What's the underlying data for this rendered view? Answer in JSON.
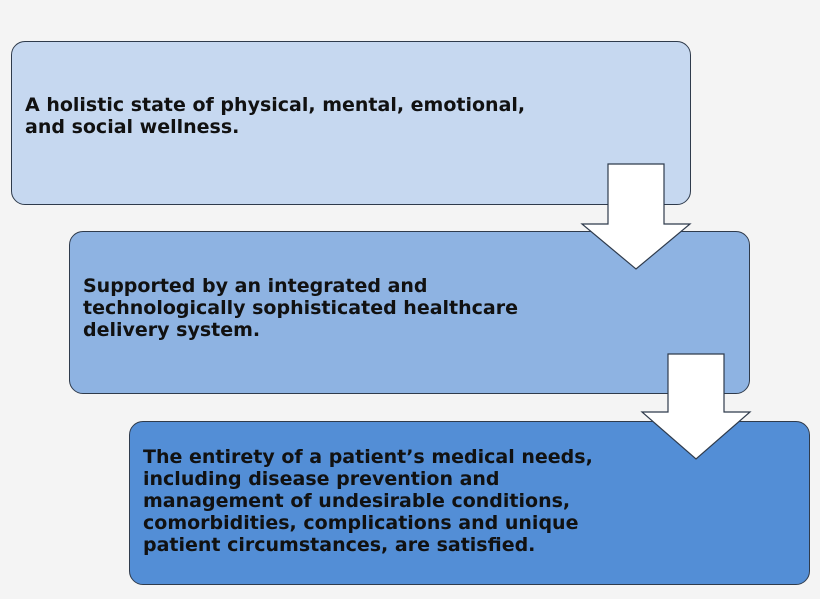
{
  "colors": {
    "step1_fill": "#c6d8f0",
    "step2_fill": "#8eb3e2",
    "step3_fill": "#538ed6",
    "arrow_fill": "#ffffff",
    "outline": "#2f3b4c",
    "background": "#f4f4f4"
  },
  "steps": [
    {
      "text": "A holistic state of physical, mental, emotional,\nand social wellness."
    },
    {
      "text": "Supported by an integrated and\ntechnologically sophisticated healthcare\ndelivery system."
    },
    {
      "text": "The entirety of a patient’s medical needs,\nincluding disease prevention and\nmanagement of undesirable conditions,\ncomorbidities, complications and unique\npatient circumstances, are satisfied."
    }
  ]
}
